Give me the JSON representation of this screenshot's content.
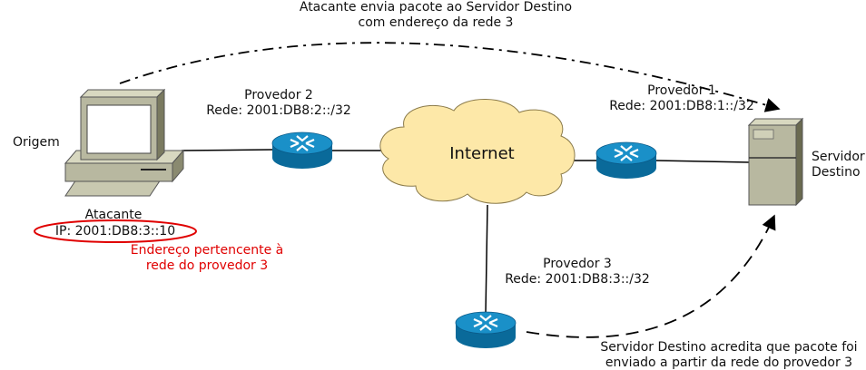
{
  "labels": {
    "top_annotation": "Atacante envia pacote ao Servidor Destino\ncom endereço da rede 3",
    "provedor2": "Provedor 2\nRede: 2001:DB8:2::/32",
    "provedor1": "Provedor 1\nRede: 2001:DB8:1::/32",
    "provedor3": "Provedor 3\nRede: 2001:DB8:3::/32",
    "internet": "Internet",
    "origem": "Origem",
    "servidor": "Servidor\nDestino",
    "atacante": "Atacante",
    "attacker_ip": "IP: 2001:DB8:3::10",
    "spoof_note": "Endereço pertencente à\nrede do provedor 3",
    "bottom_annotation": "Servidor Destino acredita que pacote foi\nenviado a partir da rede do provedor 3"
  },
  "colors": {
    "router_top": "#1a90c8",
    "router_side": "#0a6a9a",
    "cloud_fill": "#fde8a8",
    "cloud_stroke": "#8a7a4a",
    "computer_body": "#c8c8b0",
    "server_body": "#b8b8a0",
    "highlight": "#e00000"
  },
  "icons": [
    "computer-icon",
    "router-icon",
    "cloud-icon",
    "server-icon"
  ]
}
